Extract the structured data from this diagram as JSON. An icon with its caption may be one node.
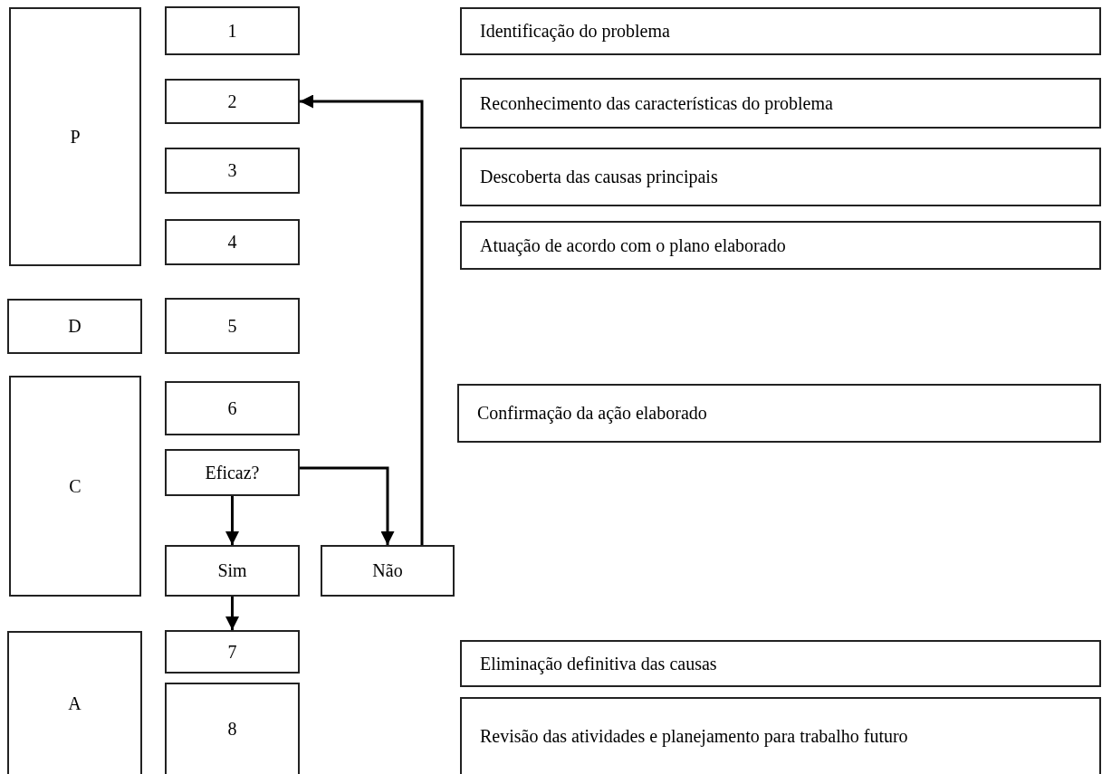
{
  "diagram": {
    "nodes": [
      {
        "text": [
          "P"
        ]
      },
      {
        "text": [
          "1"
        ]
      },
      {
        "text": [
          "Identificação do problema"
        ]
      },
      {
        "text": [
          "2"
        ]
      },
      {
        "text": [
          "Reconhecimento das características do problema"
        ]
      },
      {
        "text": [
          "3"
        ]
      },
      {
        "text": [
          "Descoberta das causas principais"
        ]
      },
      {
        "text": [
          "4"
        ]
      },
      {
        "text": [
          "Atuação de acordo com o plano elaborado"
        ]
      },
      {
        "text": [
          "D"
        ]
      },
      {
        "text": [
          "5"
        ]
      },
      {
        "text": [
          "C"
        ]
      },
      {
        "text": [
          "6"
        ]
      },
      {
        "text": [
          "Confirmação da ação elaborado"
        ]
      },
      {
        "text": [
          "Eficaz?"
        ]
      },
      {
        "text": [
          "Sim"
        ]
      },
      {
        "text": [
          "Não"
        ]
      },
      {
        "text": [
          "A"
        ]
      },
      {
        "text": [
          "7"
        ]
      },
      {
        "text": [
          "Eliminação definitiva das causas"
        ]
      },
      {
        "text": [
          "8"
        ]
      },
      {
        "text": [
          "Revisão das atividades e planejamento para trabalho futuro"
        ]
      }
    ],
    "edges": [
      {
        "from": 14,
        "to": 15,
        "arrow": "to"
      },
      {
        "from": 14,
        "to": 16,
        "arrow": "to"
      },
      {
        "from": 16,
        "to": 3,
        "arrow": "to"
      },
      {
        "from": 15,
        "to": 18,
        "arrow": "to"
      }
    ]
  }
}
